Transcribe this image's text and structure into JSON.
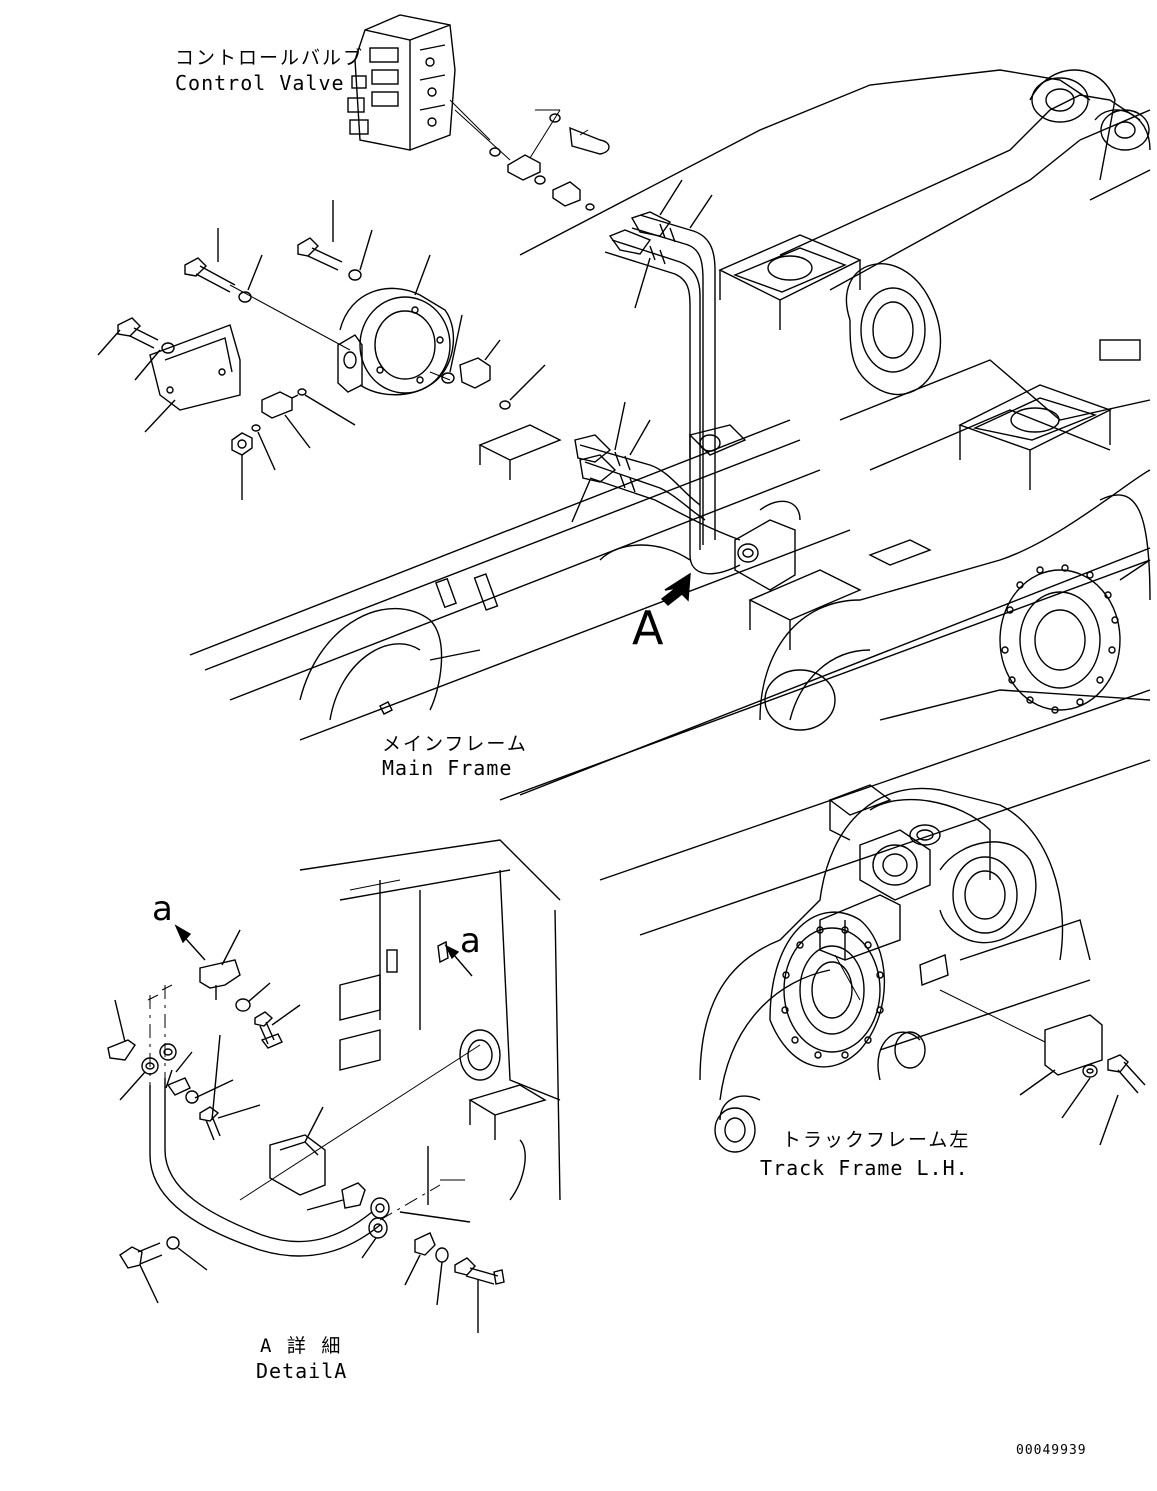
{
  "labels": {
    "control_valve_jp": "コントロールバルブ",
    "control_valve_en": "Control Valve",
    "main_frame_jp": "メインフレーム",
    "main_frame_en": "Main Frame",
    "track_frame_jp": "トラックフレーム左",
    "track_frame_en": "Track Frame L.H.",
    "detail_jp": "A 詳 細",
    "detail_en": "DetailA",
    "view_marker": "A",
    "ref_marker_left": "a",
    "ref_marker_right": "a",
    "drawing_number": "00049939"
  }
}
